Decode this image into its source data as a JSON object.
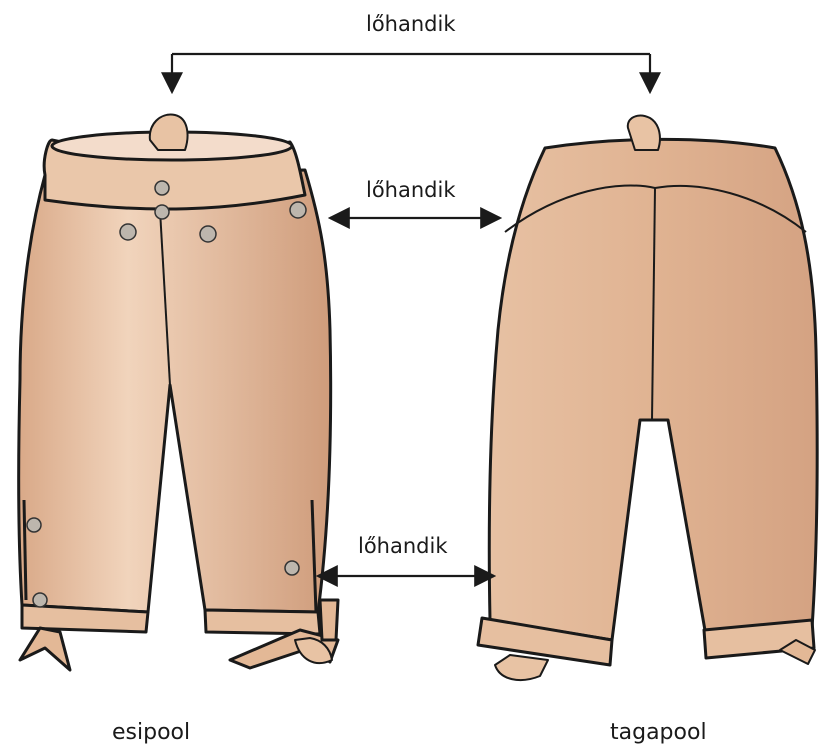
{
  "labels": {
    "waistband": "lőhandik",
    "hip": "lőhandik",
    "knee": "lőhandik"
  },
  "captions": {
    "front": "esipool",
    "back": "tagapool"
  },
  "colors": {
    "fabric": "#e3b896",
    "fabric_light": "#f1d4bc",
    "fabric_dark": "#c99372",
    "outline": "#1a1a1a",
    "button": "#b9b3ab",
    "arrow": "#1a1a1a"
  }
}
